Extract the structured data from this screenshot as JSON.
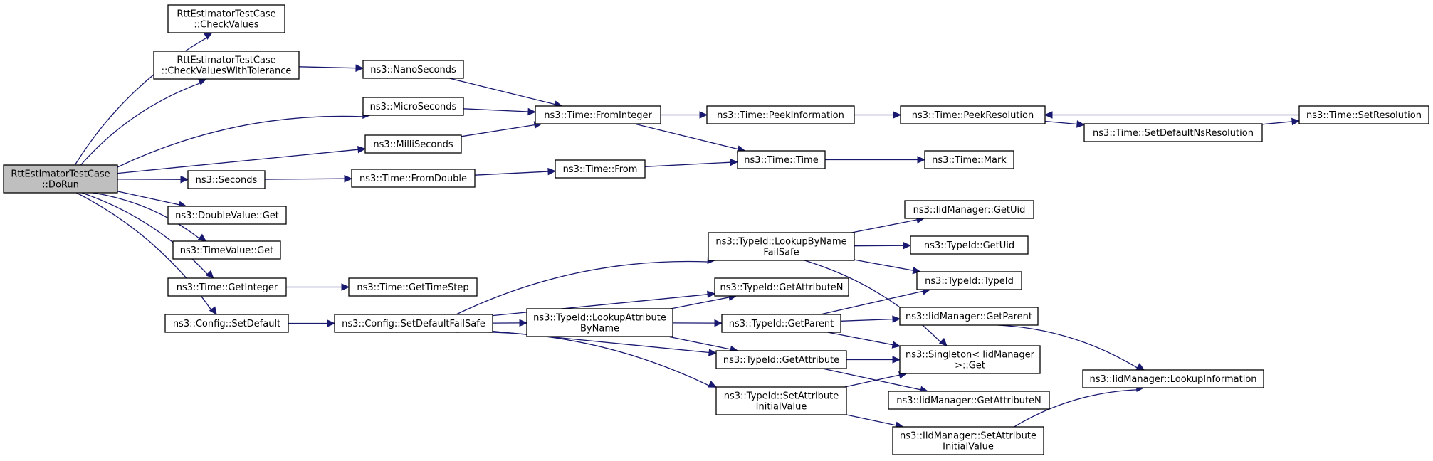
{
  "diagram": {
    "kind": "call-graph",
    "colors": {
      "edge": "#191970",
      "node_border": "#000000",
      "node_fill": "#ffffff",
      "root_fill": "#bfbfbf"
    },
    "nodes": [
      {
        "id": "root",
        "lines": [
          "RttEstimatorTestCase",
          "::DoRun"
        ],
        "root": true
      },
      {
        "id": "check_values",
        "lines": [
          "RttEstimatorTestCase",
          "::CheckValues"
        ]
      },
      {
        "id": "check_values_tol",
        "lines": [
          "RttEstimatorTestCase",
          "::CheckValuesWithTolerance"
        ]
      },
      {
        "id": "nanoseconds",
        "lines": [
          "ns3::NanoSeconds"
        ]
      },
      {
        "id": "microseconds",
        "lines": [
          "ns3::MicroSeconds"
        ]
      },
      {
        "id": "milliseconds",
        "lines": [
          "ns3::MilliSeconds"
        ]
      },
      {
        "id": "seconds",
        "lines": [
          "ns3::Seconds"
        ]
      },
      {
        "id": "doublevalue_get",
        "lines": [
          "ns3::DoubleValue::Get"
        ]
      },
      {
        "id": "timevalue_get",
        "lines": [
          "ns3::TimeValue::Get"
        ]
      },
      {
        "id": "time_getinteger",
        "lines": [
          "ns3::Time::GetInteger"
        ]
      },
      {
        "id": "config_setdefault",
        "lines": [
          "ns3::Config::SetDefault"
        ]
      },
      {
        "id": "time_frominteger",
        "lines": [
          "ns3::Time::FromInteger"
        ]
      },
      {
        "id": "time_fromdouble",
        "lines": [
          "ns3::Time::FromDouble"
        ]
      },
      {
        "id": "time_gettimestep",
        "lines": [
          "ns3::Time::GetTimeStep"
        ]
      },
      {
        "id": "config_setdefaultfs",
        "lines": [
          "ns3::Config::SetDefaultFailSafe"
        ]
      },
      {
        "id": "time_peekinformation",
        "lines": [
          "ns3::Time::PeekInformation"
        ]
      },
      {
        "id": "time_from",
        "lines": [
          "ns3::Time::From"
        ]
      },
      {
        "id": "time_time",
        "lines": [
          "ns3::Time::Time"
        ]
      },
      {
        "id": "time_peekresolution",
        "lines": [
          "ns3::Time::PeekResolution"
        ]
      },
      {
        "id": "time_mark",
        "lines": [
          "ns3::Time::Mark"
        ]
      },
      {
        "id": "time_setdefaultns",
        "lines": [
          "ns3::Time::SetDefaultNsResolution"
        ]
      },
      {
        "id": "time_setresolution",
        "lines": [
          "ns3::Time::SetResolution"
        ]
      },
      {
        "id": "typeid_lookupbyname",
        "lines": [
          "ns3::TypeId::LookupByName",
          "FailSafe"
        ]
      },
      {
        "id": "typeid_getattributen",
        "lines": [
          "ns3::TypeId::GetAttributeN"
        ]
      },
      {
        "id": "typeid_lookupattr",
        "lines": [
          "ns3::TypeId::LookupAttribute",
          "ByName"
        ]
      },
      {
        "id": "typeid_getparent",
        "lines": [
          "ns3::TypeId::GetParent"
        ]
      },
      {
        "id": "typeid_getattribute",
        "lines": [
          "ns3::TypeId::GetAttribute"
        ]
      },
      {
        "id": "typeid_setattrinit",
        "lines": [
          "ns3::TypeId::SetAttribute",
          "InitialValue"
        ]
      },
      {
        "id": "iid_getuid",
        "lines": [
          "ns3::IidManager::GetUid"
        ]
      },
      {
        "id": "typeid_getuid",
        "lines": [
          "ns3::TypeId::GetUid"
        ]
      },
      {
        "id": "typeid_typeid",
        "lines": [
          "ns3::TypeId::TypeId"
        ]
      },
      {
        "id": "iid_getparent",
        "lines": [
          "ns3::IidManager::GetParent"
        ]
      },
      {
        "id": "singleton_get",
        "lines": [
          "ns3::Singleton< IidManager",
          ">::Get"
        ]
      },
      {
        "id": "iid_getattributen",
        "lines": [
          "ns3::IidManager::GetAttributeN"
        ]
      },
      {
        "id": "iid_setattrinit",
        "lines": [
          "ns3::IidManager::SetAttribute",
          "InitialValue"
        ]
      },
      {
        "id": "iid_lookupinfo",
        "lines": [
          "ns3::IidManager::LookupInformation"
        ]
      }
    ],
    "edges": [
      [
        "root",
        "check_values"
      ],
      [
        "root",
        "check_values_tol"
      ],
      [
        "root",
        "microseconds"
      ],
      [
        "root",
        "milliseconds"
      ],
      [
        "root",
        "seconds"
      ],
      [
        "root",
        "doublevalue_get"
      ],
      [
        "root",
        "timevalue_get"
      ],
      [
        "root",
        "time_getinteger"
      ],
      [
        "root",
        "config_setdefault"
      ],
      [
        "check_values_tol",
        "nanoseconds"
      ],
      [
        "nanoseconds",
        "time_frominteger"
      ],
      [
        "microseconds",
        "time_frominteger"
      ],
      [
        "milliseconds",
        "time_frominteger"
      ],
      [
        "seconds",
        "time_fromdouble"
      ],
      [
        "time_getinteger",
        "time_gettimestep"
      ],
      [
        "config_setdefault",
        "config_setdefaultfs"
      ],
      [
        "time_frominteger",
        "time_peekinformation"
      ],
      [
        "time_frominteger",
        "time_time"
      ],
      [
        "time_fromdouble",
        "time_from"
      ],
      [
        "time_from",
        "time_time"
      ],
      [
        "time_peekinformation",
        "time_peekresolution"
      ],
      [
        "time_peekresolution",
        "time_setdefaultns"
      ],
      [
        "time_setdefaultns",
        "time_setresolution"
      ],
      [
        "time_setresolution",
        "time_peekresolution"
      ],
      [
        "time_time",
        "time_mark"
      ],
      [
        "config_setdefaultfs",
        "typeid_lookupbyname"
      ],
      [
        "config_setdefaultfs",
        "typeid_getattributen"
      ],
      [
        "config_setdefaultfs",
        "typeid_lookupattr"
      ],
      [
        "config_setdefaultfs",
        "typeid_getattribute"
      ],
      [
        "config_setdefaultfs",
        "typeid_setattrinit"
      ],
      [
        "typeid_lookupbyname",
        "iid_getuid"
      ],
      [
        "typeid_lookupbyname",
        "typeid_getuid"
      ],
      [
        "typeid_lookupbyname",
        "typeid_typeid"
      ],
      [
        "typeid_lookupbyname",
        "singleton_get"
      ],
      [
        "typeid_lookupattr",
        "typeid_getattributen"
      ],
      [
        "typeid_lookupattr",
        "typeid_getparent"
      ],
      [
        "typeid_lookupattr",
        "typeid_getattribute"
      ],
      [
        "typeid_getparent",
        "typeid_typeid"
      ],
      [
        "typeid_getparent",
        "iid_getparent"
      ],
      [
        "typeid_getparent",
        "singleton_get"
      ],
      [
        "typeid_getattribute",
        "singleton_get"
      ],
      [
        "typeid_getattribute",
        "iid_getattributen"
      ],
      [
        "typeid_setattrinit",
        "singleton_get"
      ],
      [
        "typeid_setattrinit",
        "iid_setattrinit"
      ],
      [
        "iid_getparent",
        "iid_lookupinfo"
      ],
      [
        "iid_setattrinit",
        "iid_lookupinfo"
      ]
    ]
  }
}
